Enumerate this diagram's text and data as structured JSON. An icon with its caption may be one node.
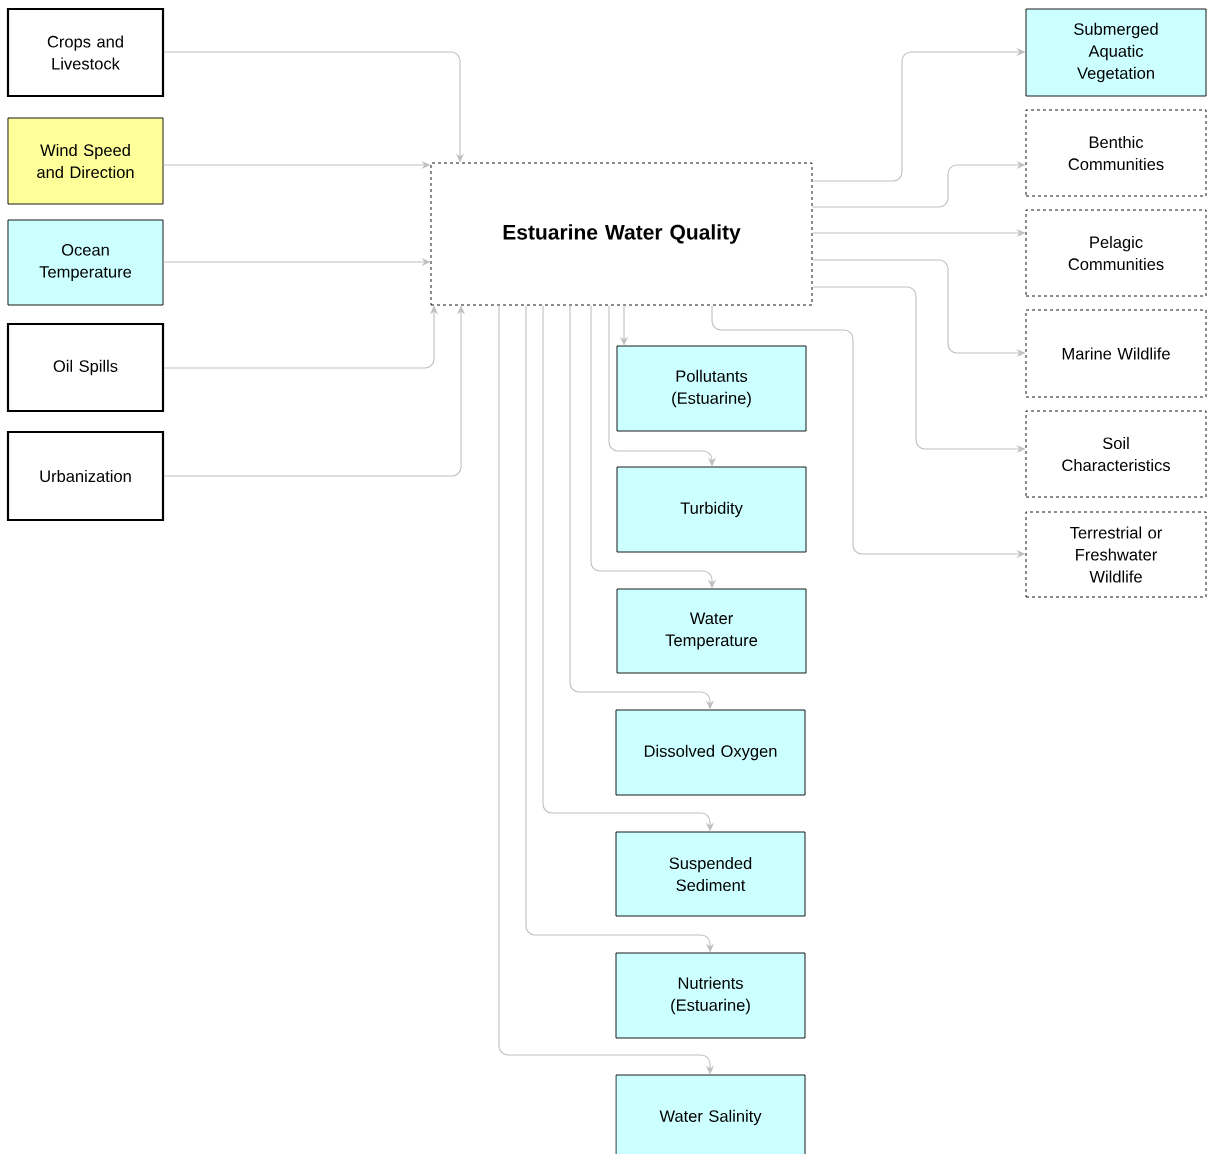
{
  "diagram": {
    "nodes": [
      {
        "text": [
          "Crops and Livestock"
        ]
      },
      {
        "text": [
          "Wind Speed and Direction"
        ]
      },
      {
        "text": [
          "Ocean Temperature"
        ]
      },
      {
        "text": [
          "Oil Spills"
        ]
      },
      {
        "text": [
          "Urbanization"
        ]
      },
      {
        "text": [
          "Estuarine Water Quality"
        ]
      },
      {
        "text": [
          "Submerged Aquatic Vegetation"
        ]
      },
      {
        "text": [
          "Benthic Communities"
        ]
      },
      {
        "text": [
          "Pelagic Communities"
        ]
      },
      {
        "text": [
          "Marine Wildlife"
        ]
      },
      {
        "text": [
          "Soil Characteristics"
        ]
      },
      {
        "text": [
          "Terrestrial or Freshwater Wildlife"
        ]
      },
      {
        "text": [
          "Pollutants (Estuarine)"
        ]
      },
      {
        "text": [
          "Turbidity"
        ]
      },
      {
        "text": [
          "Water Temperature"
        ]
      },
      {
        "text": [
          "Dissolved Oxygen"
        ]
      },
      {
        "text": [
          "Suspended Sediment"
        ]
      },
      {
        "text": [
          "Nutrients (Estuarine)"
        ]
      },
      {
        "text": [
          "Water Salinity"
        ]
      }
    ],
    "edges": [
      {
        "from": 0,
        "to": 5,
        "arrow": "to"
      },
      {
        "from": 1,
        "to": 5,
        "arrow": "to"
      },
      {
        "from": 2,
        "to": 5,
        "arrow": "to"
      },
      {
        "from": 3,
        "to": 5,
        "arrow": "to"
      },
      {
        "from": 4,
        "to": 5,
        "arrow": "to"
      },
      {
        "from": 5,
        "to": 6,
        "arrow": "to"
      },
      {
        "from": 5,
        "to": 7,
        "arrow": "to"
      },
      {
        "from": 5,
        "to": 8,
        "arrow": "to"
      },
      {
        "from": 5,
        "to": 9,
        "arrow": "to"
      },
      {
        "from": 5,
        "to": 10,
        "arrow": "to"
      },
      {
        "from": 5,
        "to": 11,
        "arrow": "to"
      },
      {
        "from": 5,
        "to": 12,
        "arrow": "to"
      },
      {
        "from": 5,
        "to": 13,
        "arrow": "to"
      },
      {
        "from": 5,
        "to": 14,
        "arrow": "to"
      },
      {
        "from": 5,
        "to": 15,
        "arrow": "to"
      },
      {
        "from": 5,
        "to": 16,
        "arrow": "to"
      },
      {
        "from": 5,
        "to": 17,
        "arrow": "to"
      },
      {
        "from": 5,
        "to": 18,
        "arrow": "to"
      }
    ]
  }
}
